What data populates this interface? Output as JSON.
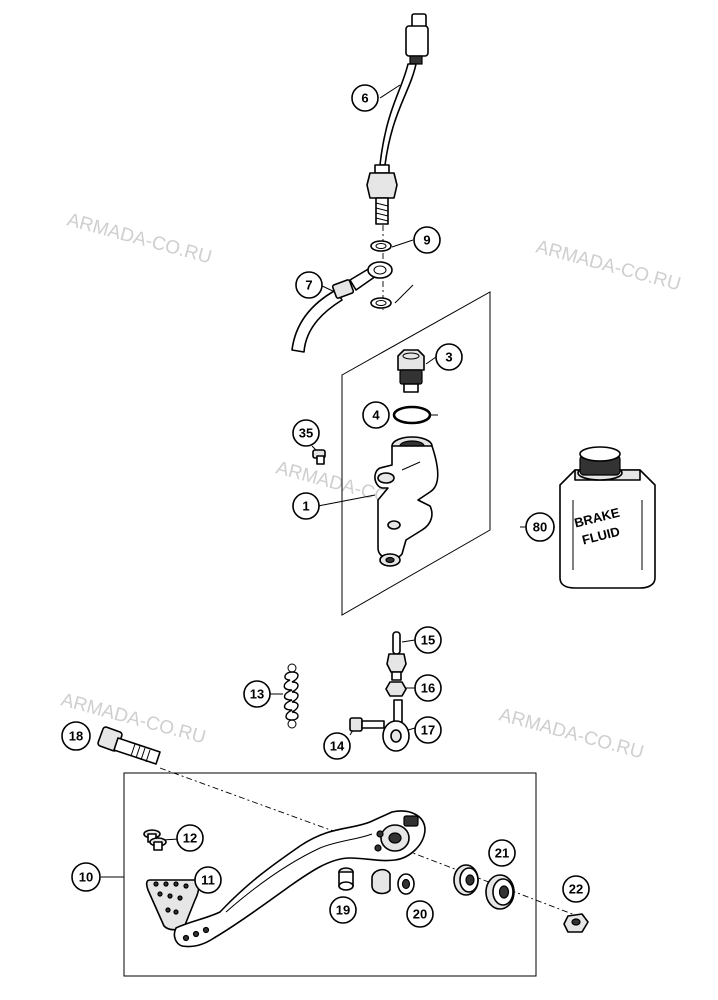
{
  "watermark": "ARMADA-CO.RU",
  "bottle_label": [
    "BRAKE",
    "FLUID"
  ],
  "callouts": [
    "6",
    "9",
    "7",
    "3",
    "4",
    "35",
    "1",
    "80",
    "15",
    "13",
    "16",
    "14",
    "17",
    "18",
    "12",
    "21",
    "10",
    "11",
    "22",
    "19",
    "20"
  ]
}
